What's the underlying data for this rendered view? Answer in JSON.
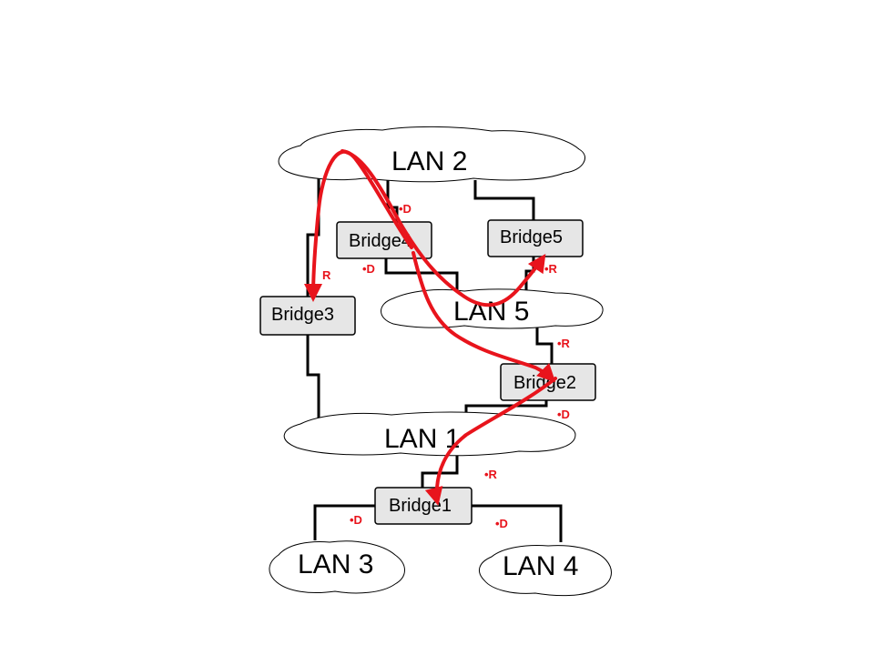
{
  "colors": {
    "accent": "#e8141c",
    "bridge_fill": "#e6e6e6",
    "cloud_fill": "#ffffff",
    "ink": "#000000"
  },
  "lans": {
    "lan2": "LAN 2",
    "lan5": "LAN 5",
    "lan1": "LAN 1",
    "lan3": "LAN 3",
    "lan4": "LAN 4"
  },
  "bridges": {
    "bridge4": "Bridge4",
    "bridge5": "Bridge5",
    "bridge3": "Bridge3",
    "bridge2": "Bridge2",
    "bridge1": "Bridge1"
  },
  "ports": {
    "b4_top": "•D",
    "b4_bottom": "•D",
    "b5_bottom": "•R",
    "b3_top": "R",
    "b2_top": "•R",
    "b2_bottom": "•D",
    "b1_top": "•R",
    "b1_left": "•D",
    "b1_right": "•D"
  }
}
